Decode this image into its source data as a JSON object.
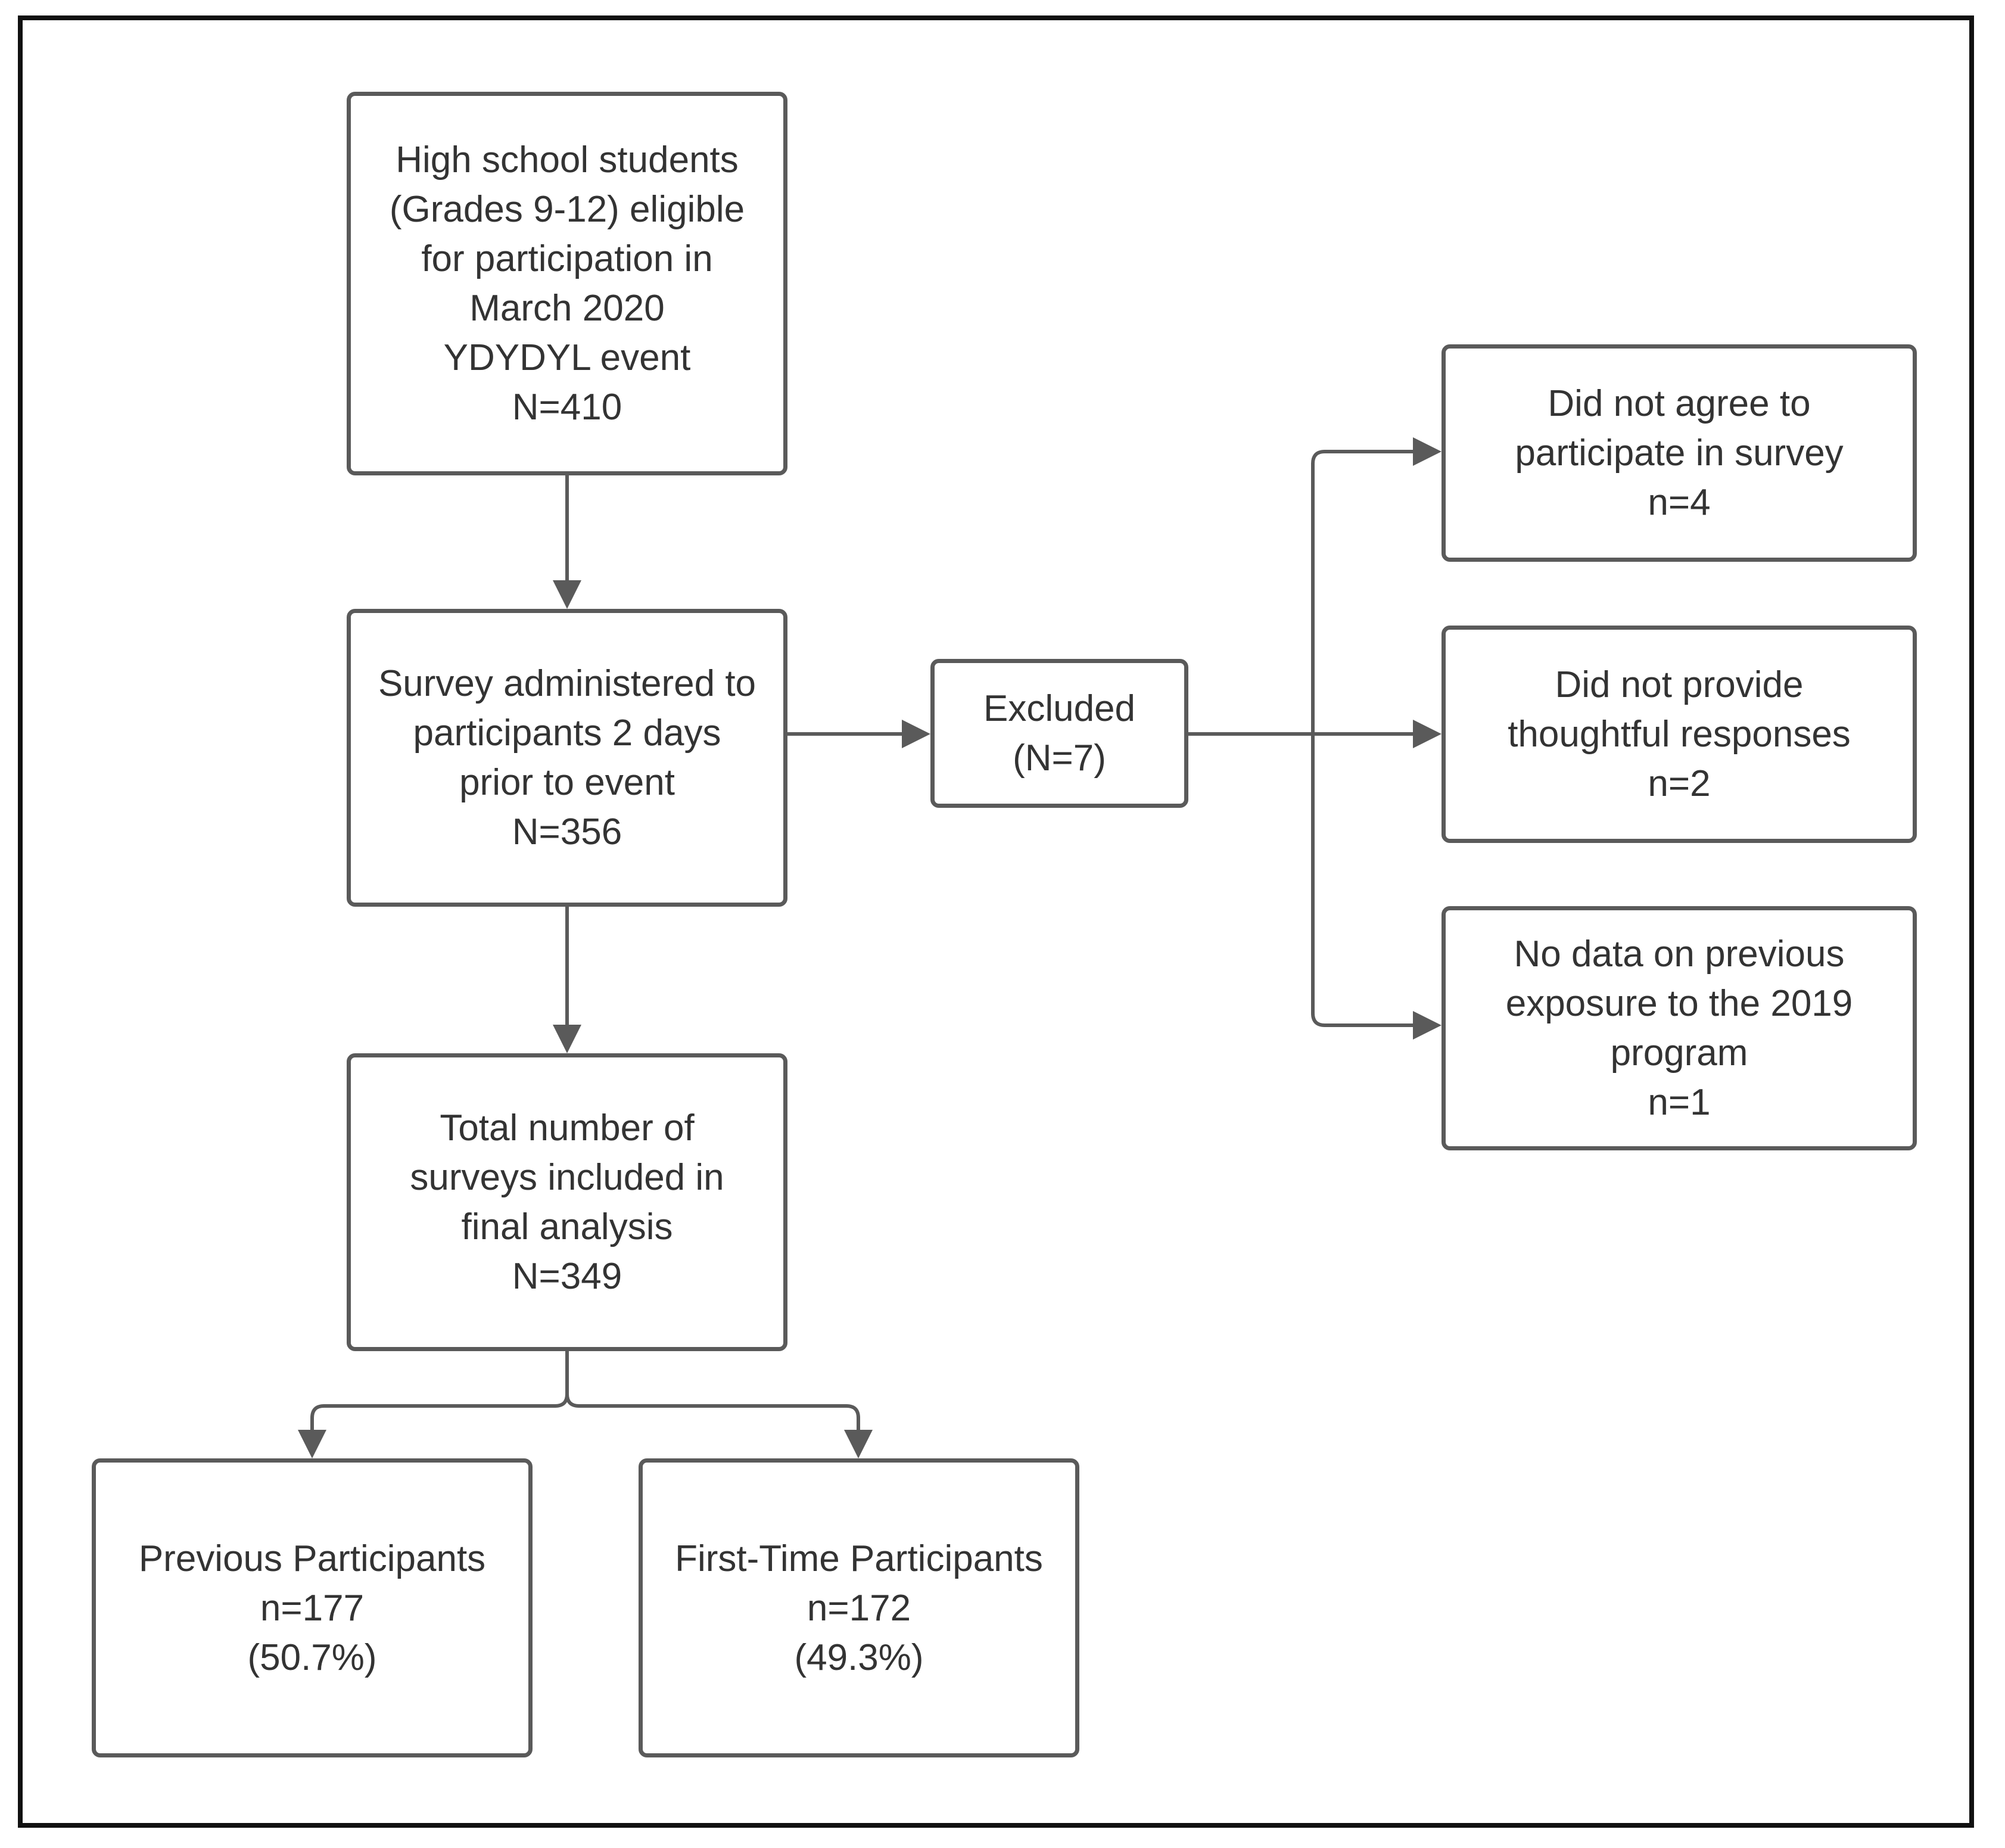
{
  "diagram": {
    "eligible": {
      "lines": [
        "High school students",
        "(Grades 9-12) eligible",
        "for participation in",
        "March 2020",
        "YDYDYL event",
        "N=410"
      ]
    },
    "survey": {
      "lines": [
        "Survey administered to",
        "participants 2 days",
        "prior to event",
        "N=356"
      ]
    },
    "excluded": {
      "lines": [
        "Excluded",
        "(N=7)"
      ]
    },
    "did_not_agree": {
      "lines": [
        "Did not agree to",
        "participate in survey",
        "n=4"
      ]
    },
    "not_thoughtful": {
      "lines": [
        "Did not provide",
        "thoughtful responses",
        "n=2"
      ]
    },
    "no_data": {
      "lines": [
        "No data on previous",
        "exposure to the 2019",
        "program",
        "n=1"
      ]
    },
    "total": {
      "lines": [
        "Total number of",
        "surveys included in",
        "final analysis",
        "N=349"
      ]
    },
    "previous": {
      "lines": [
        "Previous Participants",
        "n=177",
        "(50.7%)"
      ]
    },
    "first_time": {
      "lines": [
        "First-Time Participants",
        "n=172",
        "(49.3%)"
      ]
    },
    "colors": {
      "line": "#5a5a5a",
      "text": "#333333",
      "frame": "#111111"
    }
  }
}
